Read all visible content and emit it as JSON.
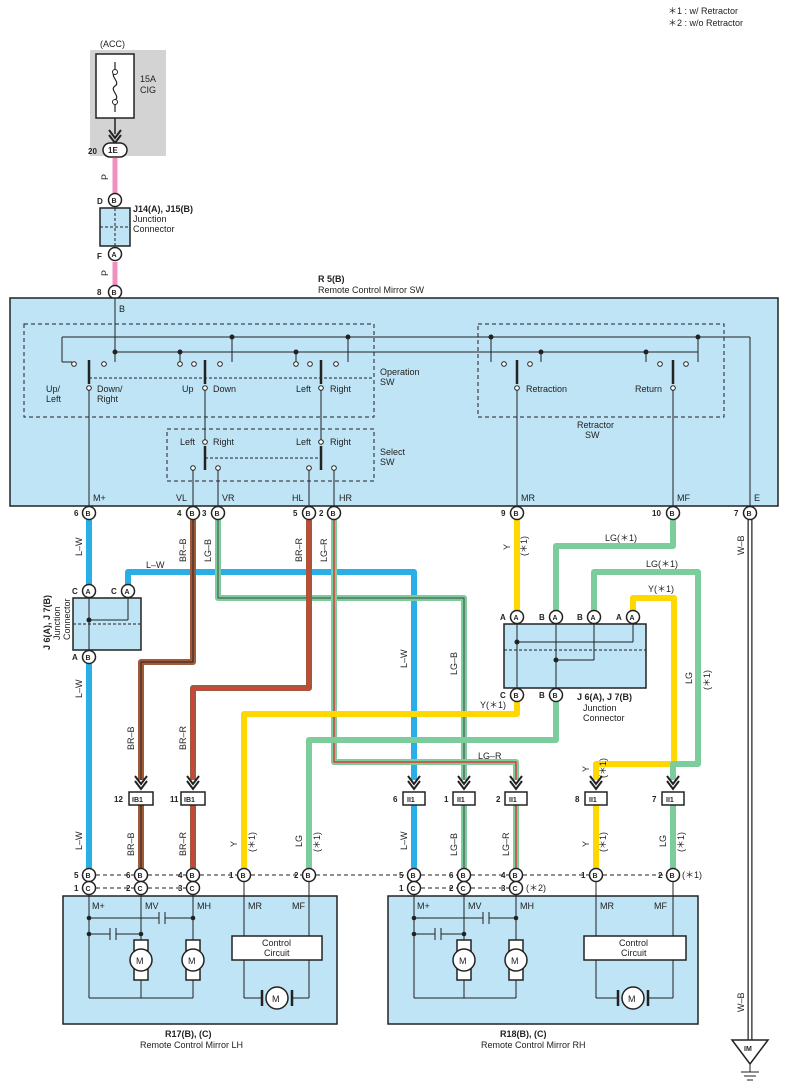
{
  "notes": {
    "n1": "＊1 : w/ Retractor",
    "n2": "＊2 : w/o Retractor"
  },
  "fuse": {
    "box_label": "(ACC)",
    "amp": "15A",
    "name": "CIG",
    "conn_pin": "20",
    "conn_id": "1E"
  },
  "jc_top": {
    "title": "J14(A), J15(B)",
    "sub1": "Junction",
    "sub2": "Connector",
    "pin_d": "D",
    "pin_d_id": "B",
    "pin_f": "F",
    "pin_f_id": "A"
  },
  "wire_p1": "P",
  "wire_p2": "P",
  "r5": {
    "pin8": "8",
    "pin8_id": "B",
    "title": "R 5(B)",
    "sub": "Remote Control Mirror SW",
    "wire_b": "B",
    "lbl_upleft1": "Up/",
    "lbl_upleft2": "Left",
    "lbl_downright1": "Down/",
    "lbl_downright2": "Right",
    "lbl_up": "Up",
    "lbl_down": "Down",
    "lbl_left": "Left",
    "lbl_right": "Right",
    "op1": "Operation",
    "op2": "SW",
    "lbl_retraction": "Retraction",
    "lbl_return": "Return",
    "rt1": "Retractor",
    "rt2": "SW",
    "sel_left1": "Left",
    "sel_right1": "Right",
    "sel_left2": "Left",
    "sel_right2": "Right",
    "sel1": "Select",
    "sel2": "SW",
    "t_mplus": "M+",
    "t_vl": "VL",
    "t_vr": "VR",
    "t_hl": "HL",
    "t_hr": "HR",
    "t_mr": "MR",
    "t_mf": "MF",
    "t_e": "E"
  },
  "r5pins": {
    "p6": "6",
    "p4": "4",
    "p3": "3",
    "p5": "5",
    "p2": "2",
    "p9": "9",
    "p10": "10",
    "p7": "7",
    "id": "B"
  },
  "wires": {
    "lw": "L–W",
    "brb": "BR–B",
    "lgb": "LG–B",
    "brr": "BR–R",
    "lgr": "LG–R",
    "y": "Y",
    "lg": "LG",
    "wb": "W–B",
    "y1": "Y(＊1)",
    "lg1": "LG(＊1)",
    "s1": "(＊1)"
  },
  "jleft": {
    "t1": "J 6(A), J 7(B)",
    "t2": "Junction",
    "t3": "Connector",
    "pc": "C",
    "pa": "A",
    "pb": "B"
  },
  "jright": {
    "t1": "J 6(A), J 7(B)",
    "t2": "Junction",
    "t3": "Connector",
    "pa": "A",
    "pb": "B",
    "pc": "C"
  },
  "conns": {
    "ib1": "IB1",
    "ii1": "II1",
    "n12": "12",
    "n11": "11",
    "n6": "6",
    "n1": "1",
    "n2": "2",
    "n8": "8",
    "n7": "7"
  },
  "mirror_pins": {
    "p5": "5",
    "p6": "6",
    "p4": "4",
    "p1": "1",
    "p2": "2",
    "p3": "3",
    "B": "B",
    "C": "C",
    "s2": "(＊2)",
    "s1": "(＊1)"
  },
  "lh": {
    "title": "R17(B), (C)",
    "sub": "Remote Control Mirror LH",
    "mplus": "M+",
    "mv": "MV",
    "mh": "MH",
    "mr": "MR",
    "mf": "MF",
    "cc1": "Control",
    "cc2": "Circuit",
    "m": "M"
  },
  "rh": {
    "title": "R18(B), (C)",
    "sub": "Remote Control Mirror RH",
    "mplus": "M+",
    "mv": "MV",
    "mh": "MH",
    "mr": "MR",
    "mf": "MF",
    "cc1": "Control",
    "cc2": "Circuit",
    "m": "M"
  },
  "ground": {
    "id": "IM"
  }
}
